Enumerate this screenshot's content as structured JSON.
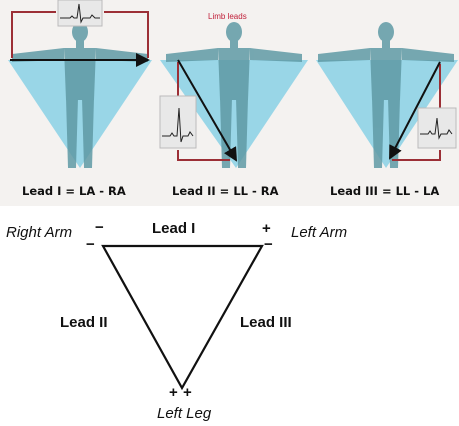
{
  "top": {
    "title": "Limb leads",
    "formulas": [
      "Lead I = LA - RA",
      "Lead II = LL - RA",
      "Lead III = LL - LA"
    ]
  },
  "triangle": {
    "right_arm": "Right Arm",
    "left_arm": "Left Arm",
    "left_leg": "Left Leg",
    "lead1": "Lead I",
    "lead2": "Lead II",
    "lead3": "Lead III",
    "minus": "−",
    "plus": "+"
  },
  "colors": {
    "triangle_fill": "#8fd3e6",
    "figure": "#5f9aa5",
    "wire": "#9c2f36",
    "line": "#111111"
  }
}
